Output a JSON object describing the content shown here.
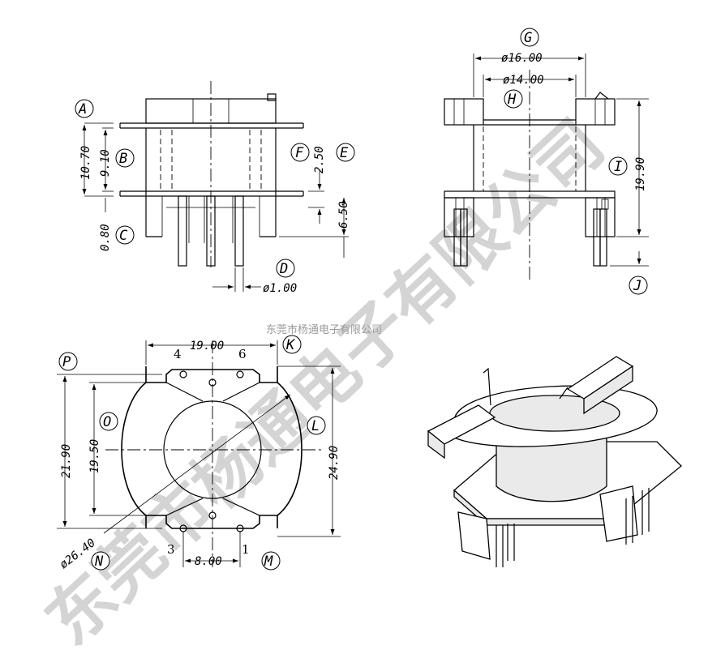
{
  "watermark": {
    "large": "东莞市杨通电子有限公司",
    "small": "东莞市杨通电子有限公司"
  },
  "front_view": {
    "labels": {
      "A": "A",
      "B": "B",
      "C": "C",
      "D": "D",
      "E": "E",
      "F": "F"
    },
    "dims": {
      "h_total": "10.70",
      "h_inner": "9.10",
      "flange": "0.80",
      "gap_top": "2.50",
      "pin_len": "6.50",
      "pin_dia": "ø1.00"
    }
  },
  "side_view": {
    "labels": {
      "G": "G",
      "H": "H",
      "I": "I",
      "J": "J"
    },
    "dims": {
      "outer_w": "ø16.00",
      "inner_w": "ø14.00",
      "height": "19.90"
    }
  },
  "top_view": {
    "labels": {
      "K": "K",
      "L": "L",
      "M": "M",
      "N": "N",
      "O": "O",
      "P": "P"
    },
    "dims": {
      "width": "19.00",
      "outer_h": "21.90",
      "inner_h": "19.50",
      "total_h": "24.90",
      "diameter": "ø26.40",
      "pitch": "8.00"
    },
    "pins": {
      "p1": "1",
      "p3": "3",
      "p4": "4",
      "p6": "6"
    }
  }
}
